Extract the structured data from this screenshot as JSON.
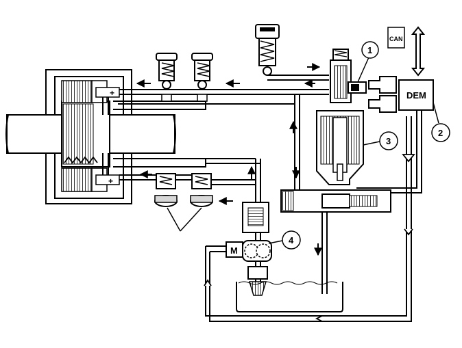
{
  "callouts": {
    "c1": "1",
    "c2": "2",
    "c3": "3",
    "c4": "4"
  },
  "labels": {
    "dem": "DEM",
    "can": "CAN",
    "motor": "M"
  },
  "colors": {
    "line": "#000000",
    "background": "#ffffff",
    "fill_gray": "#d8d8d8",
    "fill_dark": "#4a4a4a"
  }
}
